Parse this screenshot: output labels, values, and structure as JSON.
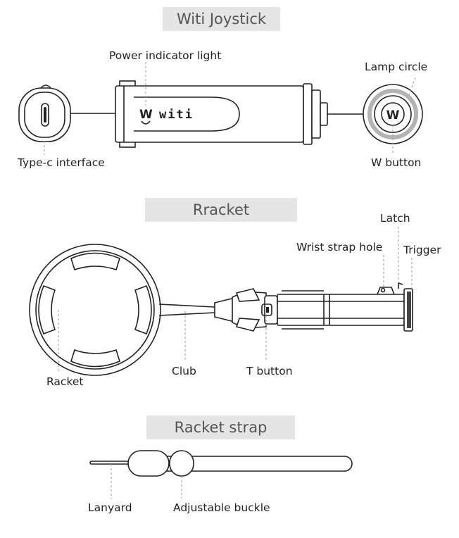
{
  "sections": {
    "joystick": {
      "title": "Witi Joystick"
    },
    "racket": {
      "title": "Rracket"
    },
    "strap": {
      "title": "Racket strap"
    }
  },
  "joystick": {
    "brand_text": "witi",
    "emblem": "W",
    "labels": {
      "power_indicator": "Power indicator light",
      "type_c": "Type-c interface",
      "lamp_circle": "Lamp circle",
      "w_button": "W button"
    }
  },
  "racket": {
    "labels": {
      "latch": "Latch",
      "wrist_strap_hole": "Wrist strap hole",
      "trigger": "Trigger",
      "racket": "Racket",
      "club": "Club",
      "t_button": "T button"
    }
  },
  "strap": {
    "labels": {
      "lanyard": "Lanyard",
      "adjustable_buckle": "Adjustable buckle"
    }
  },
  "colors": {
    "title_bg": "#e5e5e5",
    "title_text": "#555555",
    "lamp_ring": "#b3b3b3"
  }
}
